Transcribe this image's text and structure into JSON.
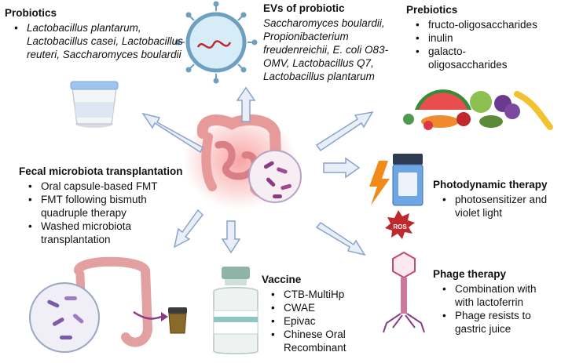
{
  "probiotics": {
    "title": "Probiotics",
    "items": [
      "Lactobacillus plantarum, Lactobacillus casei, Lactobacillus reuteri, Saccharomyces boulardii"
    ]
  },
  "evs": {
    "title": "EVs of probiotic",
    "text": "Saccharomyces boulardii, Propionibacterium freudenreichii, E. coli O83-OMV, Lactobacillus Q7, Lactobacillus plantarum"
  },
  "prebiotics": {
    "title": "Prebiotics",
    "items": [
      "fructo-oligosaccharides",
      "inulin",
      "galacto-oligosaccharides"
    ]
  },
  "fmt": {
    "title": "Fecal microbiota transplantation",
    "items": [
      "Oral capsule-based FMT",
      "FMT following bismuth quadruple therapy",
      "Washed microbiota transplantation"
    ]
  },
  "photodynamic": {
    "title": "Photodynamic therapy",
    "items": [
      "photosensitizer and violet light"
    ],
    "ros_label": "ROS"
  },
  "phage": {
    "title": "Phage therapy",
    "items": [
      "Combination with with lactoferrin",
      "Phage resists to gastric juice"
    ]
  },
  "vaccine": {
    "title": "Vaccine",
    "items": [
      "CTB-MultiHp",
      "CWAE",
      "Epivac",
      "Chinese Oral Recombinant"
    ]
  },
  "colors": {
    "arrow_fill": "#e9eff8",
    "arrow_stroke": "#8aa3c8",
    "intestine": "#e79a9a",
    "glow": "#f25a5a",
    "ros": "#c0282d"
  }
}
